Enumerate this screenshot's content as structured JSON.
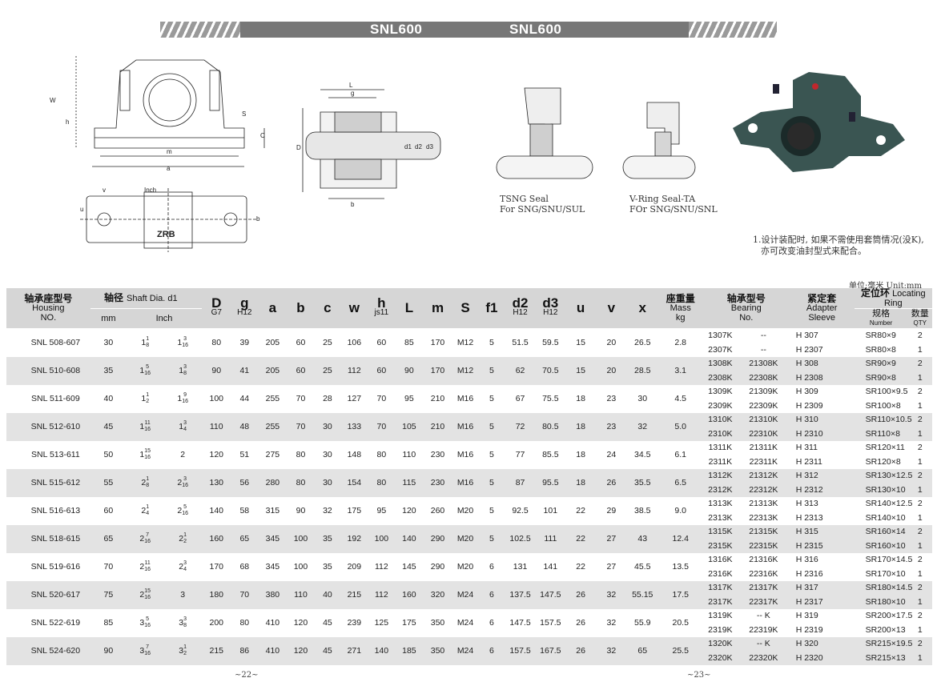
{
  "banner": {
    "left_title": "SNL600",
    "right_title": "SNL600"
  },
  "drawings": {
    "seal_tsng": {
      "line1": "TSNG Seal",
      "line2": "For SNG/SNU/SUL"
    },
    "seal_vring": {
      "line1": "V-Ring Seal-TA",
      "line2": "FOr SNG/SNU/SNL"
    },
    "front_dims": [
      "W",
      "h",
      "C",
      "S",
      "m",
      "a"
    ],
    "top_dims": [
      "v",
      "u",
      "b",
      "Inch"
    ],
    "section_dims": [
      "L",
      "g",
      "D",
      "d1",
      "d2",
      "d3",
      "b"
    ],
    "brand": "ZRB"
  },
  "note": {
    "line1": "1.设计装配时, 如果不需使用套筒情况(没K),",
    "line2": "亦可改变油封型式来配合。"
  },
  "unit": "单位:毫米  Unit:mm",
  "headers": {
    "housing_cn": "轴承座型号",
    "housing_en": "Housing",
    "housing_no": "NO.",
    "shaft_cn": "轴径",
    "shaft_en": "Shaft Dia.  d1",
    "mm": "mm",
    "inch": "Inch",
    "D": "D",
    "D_sub": "G7",
    "g": "g",
    "g_sub": "H12",
    "a": "a",
    "b": "b",
    "c": "c",
    "w": "w",
    "h": "h",
    "h_sub": "js11",
    "L": "L",
    "m": "m",
    "S": "S",
    "f1": "f1",
    "d2": "d2",
    "d2_sub": "H12",
    "d3": "d3",
    "d3_sub": "H12",
    "u": "u",
    "v": "v",
    "x": "x",
    "mass_cn": "座重量",
    "mass_en": "Mass",
    "mass_unit": "kg",
    "bearing_cn": "轴承型号",
    "bearing_en": "Bearing",
    "bearing_no": "No.",
    "sleeve_cn": "紧定套",
    "sleeve_en": "Adapter",
    "sleeve_en2": "Sleeve",
    "ring_cn": "定位环",
    "ring_en": "Locating Ring",
    "spec_cn": "规格",
    "spec_en": "Number",
    "qty_cn": "数量",
    "qty_en": "QTY"
  },
  "rows": [
    {
      "model": "SNL 508-607",
      "mm": "30",
      "i1w": "1",
      "i1n": "1",
      "i1d": "8",
      "i2w": "1",
      "i2n": "3",
      "i2d": "16",
      "D": "80",
      "g": "39",
      "a": "205",
      "b": "60",
      "c": "25",
      "w": "106",
      "h": "60",
      "L": "85",
      "m": "170",
      "S": "M12",
      "f1": "5",
      "d2": "51.5",
      "d3": "59.5",
      "u": "15",
      "v": "20",
      "x": "26.5",
      "mass": "2.8",
      "b1a": "1307K",
      "b1b": "--",
      "s1": "H 307",
      "r1": "SR80×9",
      "q1": "2",
      "b2a": "2307K",
      "b2b": "--",
      "s2": "H 2307",
      "r2": "SR80×8",
      "q2": "1"
    },
    {
      "model": "SNL 510-608",
      "mm": "35",
      "i1w": "1",
      "i1n": "5",
      "i1d": "16",
      "i2w": "1",
      "i2n": "3",
      "i2d": "8",
      "D": "90",
      "g": "41",
      "a": "205",
      "b": "60",
      "c": "25",
      "w": "112",
      "h": "60",
      "L": "90",
      "m": "170",
      "S": "M12",
      "f1": "5",
      "d2": "62",
      "d3": "70.5",
      "u": "15",
      "v": "20",
      "x": "28.5",
      "mass": "3.1",
      "b1a": "1308K",
      "b1b": "21308K",
      "s1": "H 308",
      "r1": "SR90×9",
      "q1": "2",
      "b2a": "2308K",
      "b2b": "22308K",
      "s2": "H 2308",
      "r2": "SR90×8",
      "q2": "1"
    },
    {
      "model": "SNL 511-609",
      "mm": "40",
      "i1w": "1",
      "i1n": "1",
      "i1d": "2",
      "i2w": "1",
      "i2n": "9",
      "i2d": "16",
      "D": "100",
      "g": "44",
      "a": "255",
      "b": "70",
      "c": "28",
      "w": "127",
      "h": "70",
      "L": "95",
      "m": "210",
      "S": "M16",
      "f1": "5",
      "d2": "67",
      "d3": "75.5",
      "u": "18",
      "v": "23",
      "x": "30",
      "mass": "4.5",
      "b1a": "1309K",
      "b1b": "21309K",
      "s1": "H 309",
      "r1": "SR100×9.5",
      "q1": "2",
      "b2a": "2309K",
      "b2b": "22309K",
      "s2": "H 2309",
      "r2": "SR100×8",
      "q2": "1"
    },
    {
      "model": "SNL 512-610",
      "mm": "45",
      "i1w": "1",
      "i1n": "11",
      "i1d": "16",
      "i2w": "1",
      "i2n": "3",
      "i2d": "4",
      "D": "110",
      "g": "48",
      "a": "255",
      "b": "70",
      "c": "30",
      "w": "133",
      "h": "70",
      "L": "105",
      "m": "210",
      "S": "M16",
      "f1": "5",
      "d2": "72",
      "d3": "80.5",
      "u": "18",
      "v": "23",
      "x": "32",
      "mass": "5.0",
      "b1a": "1310K",
      "b1b": "21310K",
      "s1": "H 310",
      "r1": "SR110×10.5",
      "q1": "2",
      "b2a": "2310K",
      "b2b": "22310K",
      "s2": "H 2310",
      "r2": "SR110×8",
      "q2": "1"
    },
    {
      "model": "SNL 513-611",
      "mm": "50",
      "i1w": "1",
      "i1n": "15",
      "i1d": "16",
      "i2w": "2",
      "i2n": "",
      "i2d": "",
      "D": "120",
      "g": "51",
      "a": "275",
      "b": "80",
      "c": "30",
      "w": "148",
      "h": "80",
      "L": "110",
      "m": "230",
      "S": "M16",
      "f1": "5",
      "d2": "77",
      "d3": "85.5",
      "u": "18",
      "v": "24",
      "x": "34.5",
      "mass": "6.1",
      "b1a": "1311K",
      "b1b": "21311K",
      "s1": "H 311",
      "r1": "SR120×11",
      "q1": "2",
      "b2a": "2311K",
      "b2b": "22311K",
      "s2": "H 2311",
      "r2": "SR120×8",
      "q2": "1"
    },
    {
      "model": "SNL 515-612",
      "mm": "55",
      "i1w": "2",
      "i1n": "1",
      "i1d": "8",
      "i2w": "2",
      "i2n": "3",
      "i2d": "16",
      "D": "130",
      "g": "56",
      "a": "280",
      "b": "80",
      "c": "30",
      "w": "154",
      "h": "80",
      "L": "115",
      "m": "230",
      "S": "M16",
      "f1": "5",
      "d2": "87",
      "d3": "95.5",
      "u": "18",
      "v": "26",
      "x": "35.5",
      "mass": "6.5",
      "b1a": "1312K",
      "b1b": "21312K",
      "s1": "H 312",
      "r1": "SR130×12.5",
      "q1": "2",
      "b2a": "2312K",
      "b2b": "22312K",
      "s2": "H 2312",
      "r2": "SR130×10",
      "q2": "1"
    },
    {
      "model": "SNL 516-613",
      "mm": "60",
      "i1w": "2",
      "i1n": "1",
      "i1d": "4",
      "i2w": "2",
      "i2n": "5",
      "i2d": "16",
      "D": "140",
      "g": "58",
      "a": "315",
      "b": "90",
      "c": "32",
      "w": "175",
      "h": "95",
      "L": "120",
      "m": "260",
      "S": "M20",
      "f1": "5",
      "d2": "92.5",
      "d3": "101",
      "u": "22",
      "v": "29",
      "x": "38.5",
      "mass": "9.0",
      "b1a": "1313K",
      "b1b": "21313K",
      "s1": "H 313",
      "r1": "SR140×12.5",
      "q1": "2",
      "b2a": "2313K",
      "b2b": "22313K",
      "s2": "H 2313",
      "r2": "SR140×10",
      "q2": "1"
    },
    {
      "model": "SNL 518-615",
      "mm": "65",
      "i1w": "2",
      "i1n": "7",
      "i1d": "16",
      "i2w": "2",
      "i2n": "1",
      "i2d": "2",
      "D": "160",
      "g": "65",
      "a": "345",
      "b": "100",
      "c": "35",
      "w": "192",
      "h": "100",
      "L": "140",
      "m": "290",
      "S": "M20",
      "f1": "5",
      "d2": "102.5",
      "d3": "111",
      "u": "22",
      "v": "27",
      "x": "43",
      "mass": "12.4",
      "b1a": "1315K",
      "b1b": "21315K",
      "s1": "H 315",
      "r1": "SR160×14",
      "q1": "2",
      "b2a": "2315K",
      "b2b": "22315K",
      "s2": "H 2315",
      "r2": "SR160×10",
      "q2": "1"
    },
    {
      "model": "SNL 519-616",
      "mm": "70",
      "i1w": "2",
      "i1n": "11",
      "i1d": "16",
      "i2w": "2",
      "i2n": "3",
      "i2d": "4",
      "D": "170",
      "g": "68",
      "a": "345",
      "b": "100",
      "c": "35",
      "w": "209",
      "h": "112",
      "L": "145",
      "m": "290",
      "S": "M20",
      "f1": "6",
      "d2": "131",
      "d3": "141",
      "u": "22",
      "v": "27",
      "x": "45.5",
      "mass": "13.5",
      "b1a": "1316K",
      "b1b": "21316K",
      "s1": "H 316",
      "r1": "SR170×14.5",
      "q1": "2",
      "b2a": "2316K",
      "b2b": "22316K",
      "s2": "H 2316",
      "r2": "SR170×10",
      "q2": "1"
    },
    {
      "model": "SNL 520-617",
      "mm": "75",
      "i1w": "2",
      "i1n": "15",
      "i1d": "16",
      "i2w": "3",
      "i2n": "",
      "i2d": "",
      "D": "180",
      "g": "70",
      "a": "380",
      "b": "110",
      "c": "40",
      "w": "215",
      "h": "112",
      "L": "160",
      "m": "320",
      "S": "M24",
      "f1": "6",
      "d2": "137.5",
      "d3": "147.5",
      "u": "26",
      "v": "32",
      "x": "55.15",
      "mass": "17.5",
      "b1a": "1317K",
      "b1b": "21317K",
      "s1": "H 317",
      "r1": "SR180×14.5",
      "q1": "2",
      "b2a": "2317K",
      "b2b": "22317K",
      "s2": "H 2317",
      "r2": "SR180×10",
      "q2": "1"
    },
    {
      "model": "SNL 522-619",
      "mm": "85",
      "i1w": "3",
      "i1n": "5",
      "i1d": "16",
      "i2w": "3",
      "i2n": "3",
      "i2d": "8",
      "D": "200",
      "g": "80",
      "a": "410",
      "b": "120",
      "c": "45",
      "w": "239",
      "h": "125",
      "L": "175",
      "m": "350",
      "S": "M24",
      "f1": "6",
      "d2": "147.5",
      "d3": "157.5",
      "u": "26",
      "v": "32",
      "x": "55.9",
      "mass": "20.5",
      "b1a": "1319K",
      "b1b": "--   K",
      "s1": "H 319",
      "r1": "SR200×17.5",
      "q1": "2",
      "b2a": "2319K",
      "b2b": "22319K",
      "s2": "H 2319",
      "r2": "SR200×13",
      "q2": "1"
    },
    {
      "model": "SNL 524-620",
      "mm": "90",
      "i1w": "3",
      "i1n": "7",
      "i1d": "16",
      "i2w": "3",
      "i2n": "1",
      "i2d": "2",
      "D": "215",
      "g": "86",
      "a": "410",
      "b": "120",
      "c": "45",
      "w": "271",
      "h": "140",
      "L": "185",
      "m": "350",
      "S": "M24",
      "f1": "6",
      "d2": "157.5",
      "d3": "167.5",
      "u": "26",
      "v": "32",
      "x": "65",
      "mass": "25.5",
      "b1a": "1320K",
      "b1b": "--   K",
      "s1": "H 320",
      "r1": "SR215×19.5",
      "q1": "2",
      "b2a": "2320K",
      "b2b": "22320K",
      "s2": "H 2320",
      "r2": "SR215×13",
      "q2": "1"
    }
  ],
  "pages": {
    "left": "~22~",
    "right": "~23~"
  },
  "colors": {
    "header_bg": "#d6d6d6",
    "band_bg": "#e3e3e3",
    "housing": "#3a5552",
    "banner": "#777777"
  }
}
